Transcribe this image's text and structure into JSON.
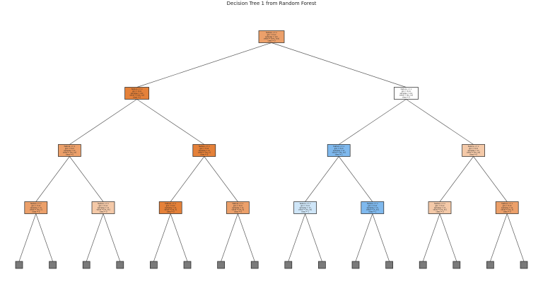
{
  "title": "Decision Tree 1 from Random Forest",
  "colors": {
    "orange_strong": "#e58139",
    "orange_mid": "#eca06a",
    "orange_light": "#f4c9a8",
    "white": "#ffffff",
    "blue_light": "#cfe6f8",
    "blue_mid": "#7fb9ee",
    "truncated": "#7a7a7a"
  },
  "tree": {
    "id": "root",
    "fill": "orange_mid",
    "lines": [
      "feature <= x",
      "gini = 0.xx",
      "samples = xxx",
      "value = [xxx, xxx]",
      "class = 0"
    ],
    "children": [
      {
        "id": "l",
        "fill": "orange_strong",
        "lines": [
          "feature <= x",
          "gini = 0.xx",
          "samples = xxx",
          "value = [xxx, xx]",
          "class = 0"
        ],
        "children": [
          {
            "id": "ll",
            "fill": "orange_mid",
            "lines": [
              "feature <= x",
              "gini = 0.xx",
              "samples = xx",
              "value = [xx, xx]",
              "class = 0"
            ],
            "children": [
              {
                "id": "lll",
                "fill": "orange_mid",
                "lines": [
                  "feature <= x",
                  "gini = 0.xx",
                  "samples = xx",
                  "value = [xx, x]",
                  "class = 0"
                ],
                "children": [
                  {
                    "truncated": true
                  },
                  {
                    "truncated": true
                  }
                ]
              },
              {
                "id": "llr",
                "fill": "orange_light",
                "lines": [
                  "feature <= x",
                  "gini = 0.xx",
                  "samples = xx",
                  "value = [xx, xx]",
                  "class = 0"
                ],
                "children": [
                  {
                    "truncated": true
                  },
                  {
                    "truncated": true
                  }
                ]
              }
            ]
          },
          {
            "id": "lr",
            "fill": "orange_strong",
            "lines": [
              "feature <= x",
              "gini = 0.xx",
              "samples = xx",
              "value = [xx, x]",
              "class = 0"
            ],
            "children": [
              {
                "id": "lrl",
                "fill": "orange_strong",
                "lines": [
                  "feature <= x",
                  "gini = 0.xx",
                  "samples = xx",
                  "value = [xx, x]",
                  "class = 0"
                ],
                "children": [
                  {
                    "truncated": true
                  },
                  {
                    "truncated": true
                  }
                ]
              },
              {
                "id": "lrr",
                "fill": "orange_mid",
                "lines": [
                  "feature <= x",
                  "gini = 0.xx",
                  "samples = xx",
                  "value = [xx, x]",
                  "class = 0"
                ],
                "children": [
                  {
                    "truncated": true
                  },
                  {
                    "truncated": true
                  }
                ]
              }
            ]
          }
        ]
      },
      {
        "id": "r",
        "fill": "white",
        "lines": [
          "feature <= x",
          "gini = 0.xx",
          "samples = xxx",
          "value = [xx, xx]",
          "class = 0"
        ],
        "children": [
          {
            "id": "rl",
            "fill": "blue_mid",
            "lines": [
              "feature <= x",
              "gini = 0.xx",
              "samples = xx",
              "value = [xx, xx]",
              "class = 1"
            ],
            "children": [
              {
                "id": "rll",
                "fill": "blue_light",
                "lines": [
                  "feature <= x",
                  "gini = 0.xx",
                  "samples = xx",
                  "value = [xx, xx]",
                  "class = 1"
                ],
                "children": [
                  {
                    "truncated": true
                  },
                  {
                    "truncated": true
                  }
                ]
              },
              {
                "id": "rlr",
                "fill": "blue_mid",
                "lines": [
                  "feature <= x",
                  "gini = 0.xx",
                  "samples = xx",
                  "value = [x, xx]",
                  "class = 1"
                ],
                "children": [
                  {
                    "truncated": true
                  },
                  {
                    "truncated": true
                  }
                ]
              }
            ]
          },
          {
            "id": "rr",
            "fill": "orange_light",
            "lines": [
              "feature <= x",
              "gini = 0.xx",
              "samples = xx",
              "value = [xx, xx]",
              "class = 0"
            ],
            "children": [
              {
                "id": "rrl",
                "fill": "orange_light",
                "lines": [
                  "feature <= x",
                  "gini = 0.xx",
                  "samples = xx",
                  "value = [xx, xx]",
                  "class = 0"
                ],
                "children": [
                  {
                    "truncated": true
                  },
                  {
                    "truncated": true
                  }
                ]
              },
              {
                "id": "rrr",
                "fill": "orange_mid",
                "lines": [
                  "feature <= x",
                  "gini = 0.xx",
                  "samples = xx",
                  "value = [xx, x]",
                  "class = 0"
                ],
                "children": [
                  {
                    "truncated": true
                  },
                  {
                    "truncated": true
                  }
                ]
              }
            ]
          }
        ]
      }
    ]
  }
}
